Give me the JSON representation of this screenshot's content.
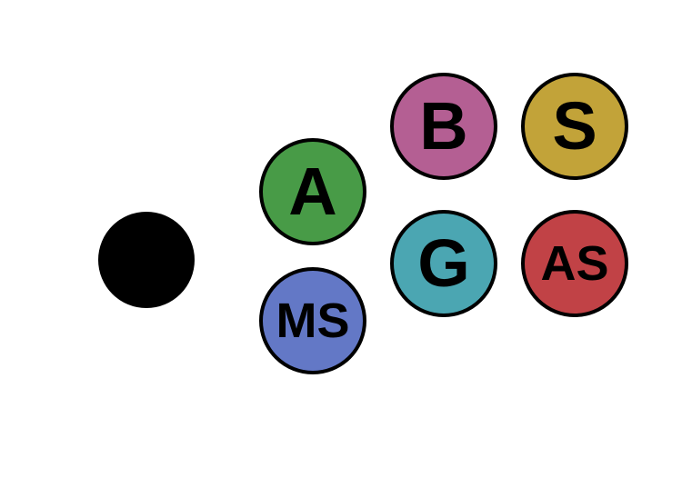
{
  "joystick": {
    "color": "#000000"
  },
  "buttons": {
    "a": {
      "label": "A",
      "color": "#489b47"
    },
    "ms": {
      "label": "MS",
      "color": "#6378c6"
    },
    "b": {
      "label": "B",
      "color": "#b45f93"
    },
    "g": {
      "label": "G",
      "color": "#4ba6b2"
    },
    "s": {
      "label": "S",
      "color": "#c2a339"
    },
    "as": {
      "label": "AS",
      "color": "#c14246"
    }
  }
}
